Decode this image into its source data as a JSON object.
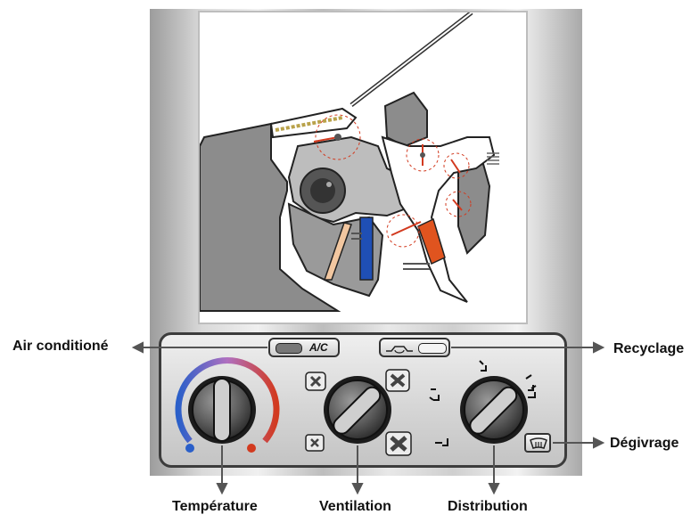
{
  "labels": {
    "air_conditioning": "Air conditioné",
    "recycling": "Recyclage",
    "defrost": "Dégivrage",
    "temperature": "Température",
    "ventilation": "Ventilation",
    "distribution": "Distribution"
  },
  "panel": {
    "ac_button_text": "A/C"
  },
  "colors": {
    "hot": "#d23a1f",
    "cold": "#2a5fc9",
    "actuator_blue": "#1f4fb5",
    "actuator_orange": "#e0541f",
    "flap_beige": "#f2c7a0",
    "duct_gray": "#8c8c8c"
  },
  "icons": {
    "fan_low": "fan-low-icon",
    "fan_high": "fan-high-icon",
    "recirculation": "recirculation-car-icon",
    "defrost": "windshield-defrost-icon",
    "distribution_positions": "air-distribution-icon"
  }
}
